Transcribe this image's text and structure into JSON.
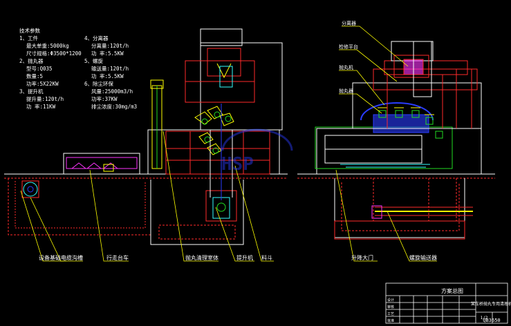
{
  "specs": {
    "title": "技术参数",
    "blocks": [
      {
        "head": "1、工件",
        "lines": [
          "最大单重:5000kg",
          "尺寸规格:Φ3500*1200"
        ]
      },
      {
        "head": "2、抛丸器",
        "lines": [
          "型号:Q035",
          "数量:5",
          "功率:5X22KW"
        ]
      },
      {
        "head": "3、提升机",
        "lines": [
          "提升量:120t/h",
          "功 率:11KW"
        ]
      },
      {
        "head": "4、分离器",
        "lines": [
          "分离量:120t/h",
          "功 率:5.5KW"
        ]
      },
      {
        "head": "5、螺旋",
        "lines": [
          "输送量:120t/h",
          "功 率:5.5KW"
        ]
      },
      {
        "head": "6、除尘环保",
        "lines": [
          "风量:25000m3/h",
          "功率:37KW",
          "排尘浓度:30mg/m3"
        ]
      }
    ]
  },
  "callouts_left": [
    "设备基础",
    "电缆沟槽",
    "行走台车",
    "抛丸清理室体",
    "提升机",
    "料斗"
  ],
  "callouts_right": [
    "分离器",
    "检修平台",
    "抛丸机",
    "抛丸器",
    "升降大门",
    "螺旋输送器"
  ],
  "title_block": {
    "drawing_name": "方案总图",
    "company": "某车桥抛丸专用清理机",
    "row_labels": [
      "设计",
      "审核",
      "工艺",
      "批准"
    ],
    "sheet": "1/2",
    "code": "QB3650"
  },
  "colors": {
    "structure": "#ffffff",
    "red": "#ff2a2a",
    "yellow": "#ffff00",
    "green": "#22dd22",
    "blue": "#2a3cff",
    "magenta": "#ff33ff",
    "cyan": "#33ffff"
  }
}
